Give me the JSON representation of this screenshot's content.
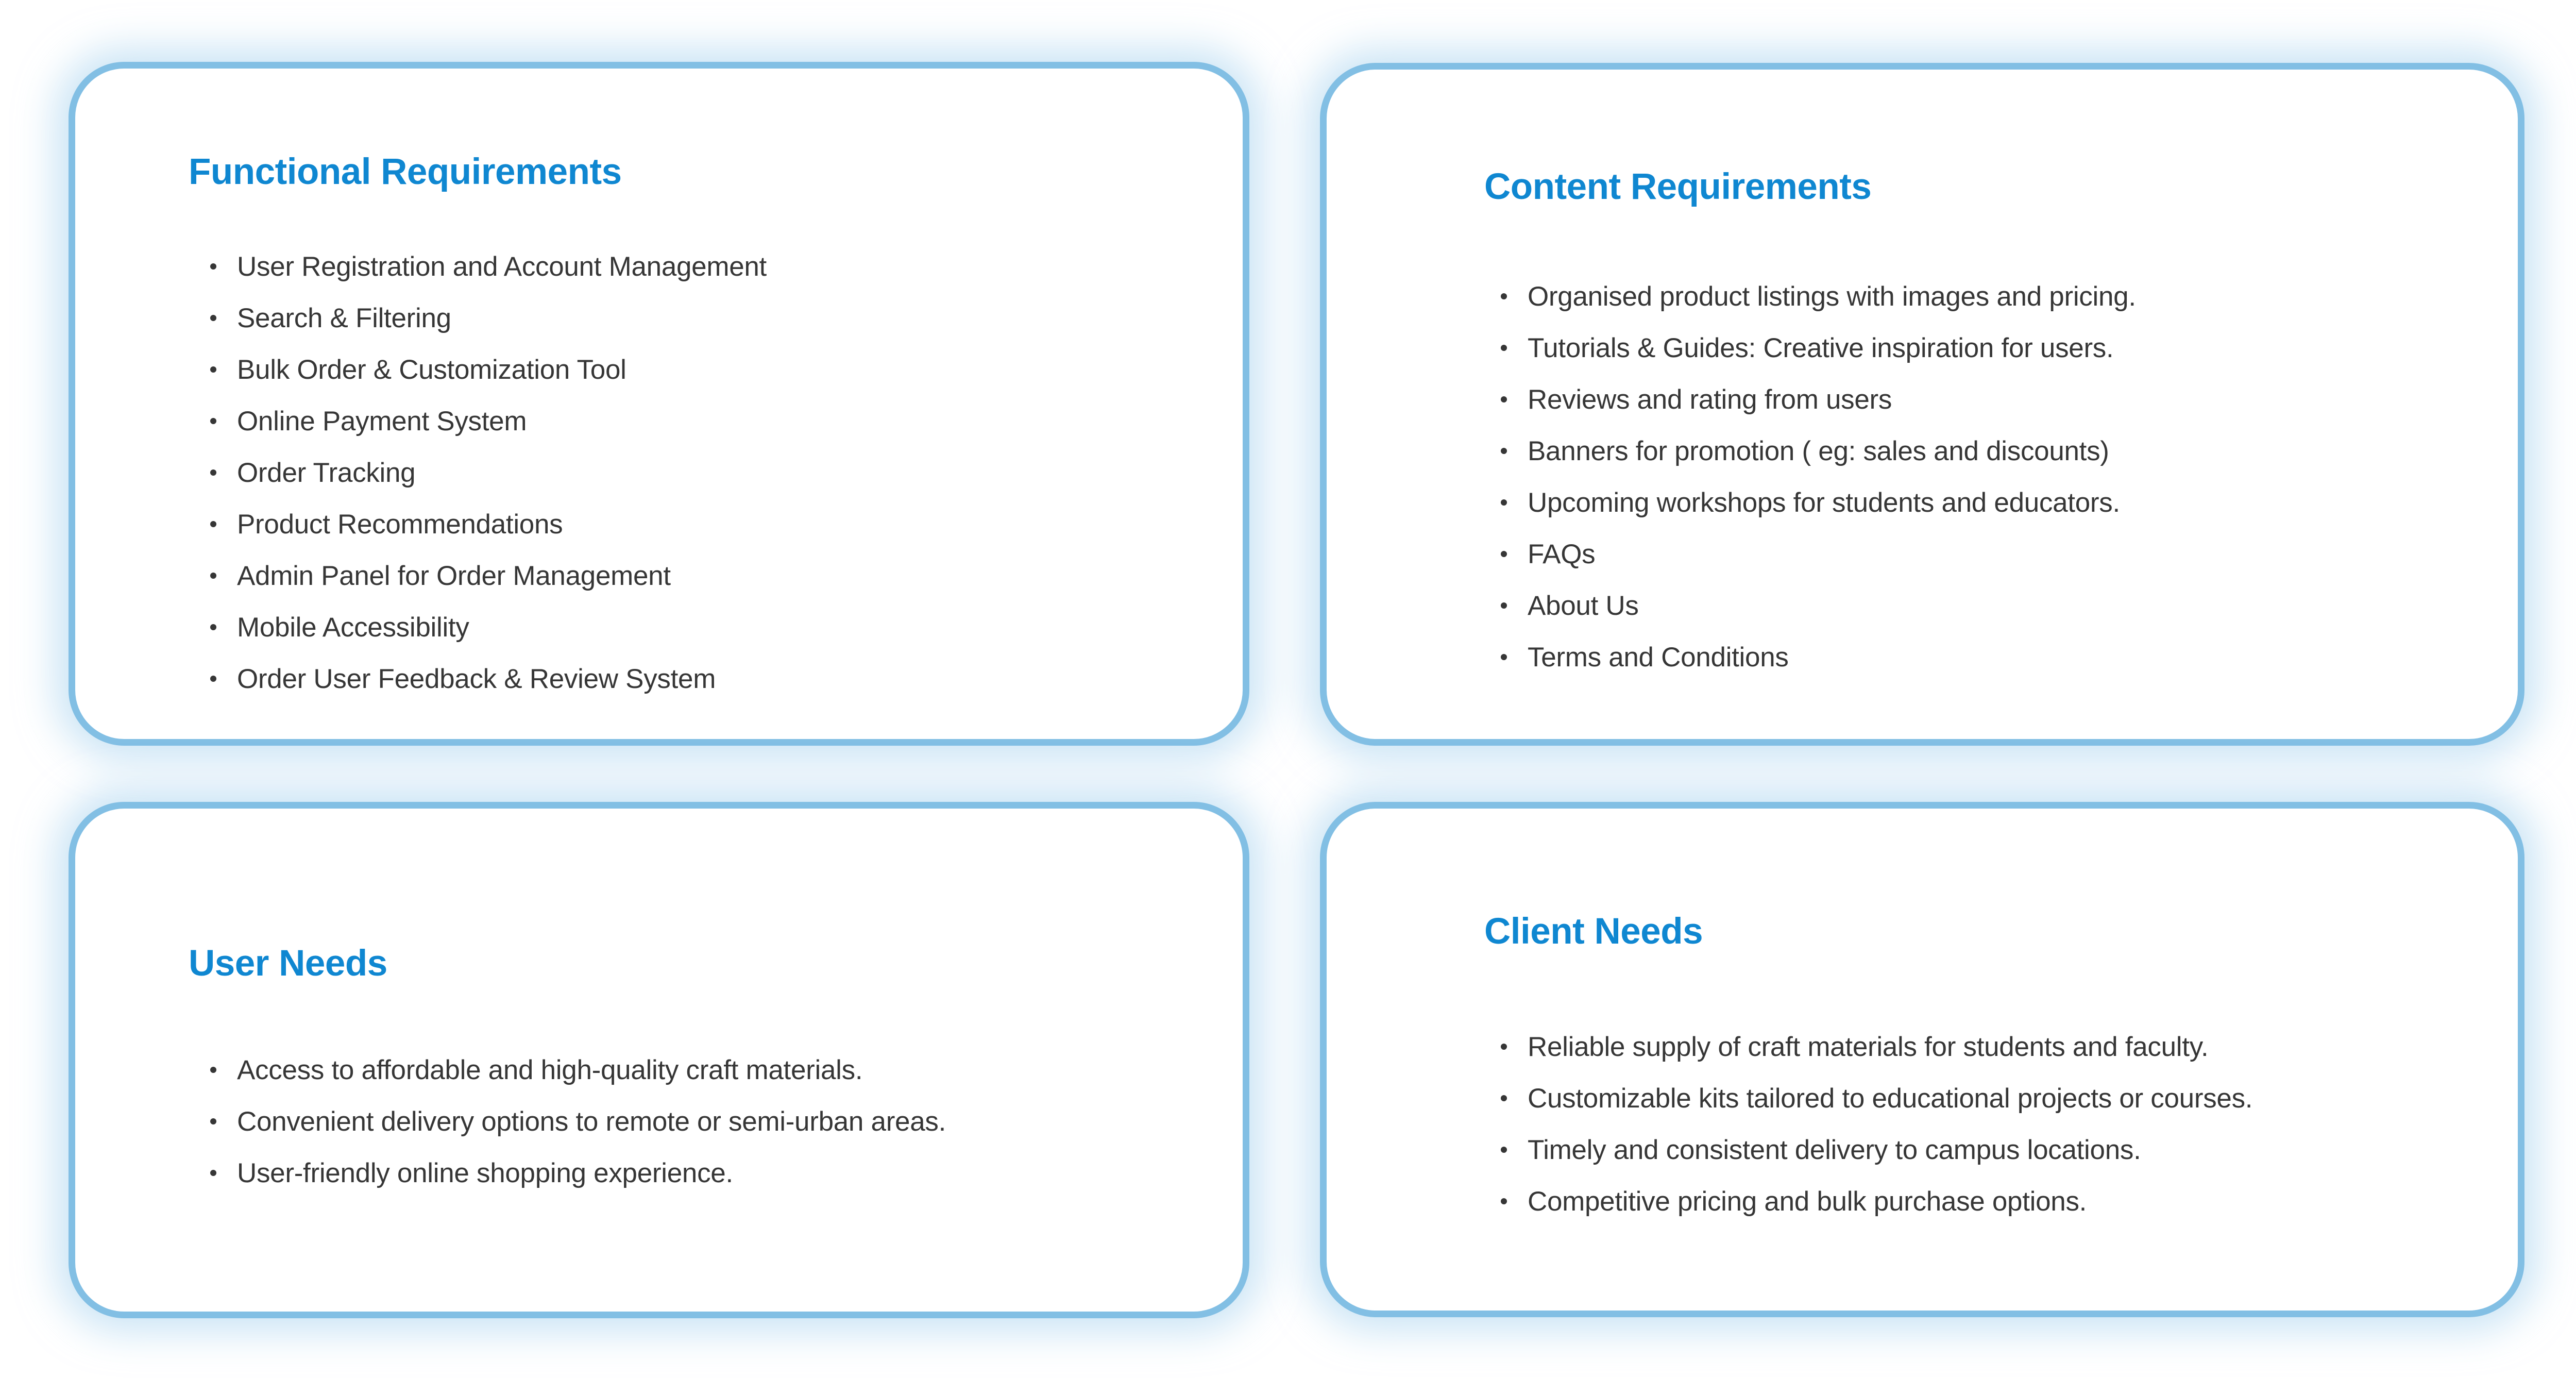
{
  "theme": {
    "accent_blue": "#0f87d1",
    "border_blue": "#82bfe4",
    "body_text": "#363636",
    "glow_blue": "rgba(158, 205, 236, 0.55)",
    "page_background": "#ffffff"
  },
  "cards": [
    {
      "id": "functional-requirements",
      "title": "Functional Requirements",
      "items": [
        "User Registration and Account Management",
        "Search & Filtering",
        "Bulk Order & Customization Tool",
        "Online Payment System",
        "Order Tracking",
        "Product Recommendations",
        "Admin Panel for Order Management",
        "Mobile Accessibility",
        "Order User Feedback & Review System"
      ]
    },
    {
      "id": "content-requirements",
      "title": "Content Requirements",
      "items": [
        "Organised product listings with images and pricing.",
        "Tutorials & Guides: Creative inspiration for users.",
        "Reviews and rating from users",
        "Banners for promotion ( eg: sales and discounts)",
        "Upcoming workshops for students and educators.",
        "FAQs",
        "About Us",
        "Terms and Conditions"
      ]
    },
    {
      "id": "user-needs",
      "title": "User Needs",
      "items": [
        "Access to affordable and high-quality craft materials.",
        "Convenient delivery options to remote or semi-urban areas.",
        "User-friendly online shopping experience."
      ]
    },
    {
      "id": "client-needs",
      "title": "Client Needs",
      "items": [
        "Reliable supply of craft materials for students and faculty.",
        "Customizable kits tailored to educational projects or courses.",
        "Timely and consistent delivery to campus locations.",
        "Competitive pricing and bulk purchase options."
      ]
    }
  ]
}
